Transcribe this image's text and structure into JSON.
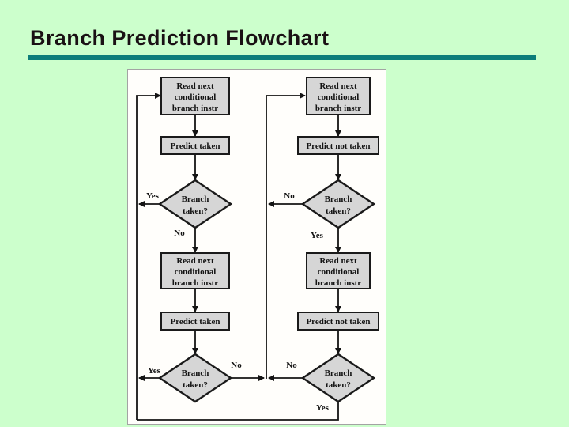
{
  "slide": {
    "title": "Branch Prediction Flowchart",
    "background_color": "#ccffcc",
    "title_color": "#1a1114",
    "accent_bar_color": "#0c7d7a"
  },
  "flowchart": {
    "panel_background": "#fffefb",
    "node_fill": "#d6d6d6",
    "node_border_color": "#1a1a1a",
    "line_color": "#141414",
    "nodes": [
      {
        "id": "left-read-1",
        "type": "process",
        "lines": [
          "Read next",
          "conditional",
          "branch instr"
        ]
      },
      {
        "id": "left-predict-1",
        "type": "process",
        "lines": [
          "Predict taken"
        ]
      },
      {
        "id": "left-decision-1",
        "type": "decision",
        "lines": [
          "Branch",
          "taken?"
        ]
      },
      {
        "id": "left-read-2",
        "type": "process",
        "lines": [
          "Read next",
          "conditional",
          "branch instr"
        ]
      },
      {
        "id": "left-predict-2",
        "type": "process",
        "lines": [
          "Predict taken"
        ]
      },
      {
        "id": "left-decision-2",
        "type": "decision",
        "lines": [
          "Branch",
          "taken?"
        ]
      },
      {
        "id": "right-read-1",
        "type": "process",
        "lines": [
          "Read next",
          "conditional",
          "branch instr"
        ]
      },
      {
        "id": "right-predict-1",
        "type": "process",
        "lines": [
          "Predict not taken"
        ]
      },
      {
        "id": "right-decision-1",
        "type": "decision",
        "lines": [
          "Branch",
          "taken?"
        ]
      },
      {
        "id": "right-read-2",
        "type": "process",
        "lines": [
          "Read next",
          "conditional",
          "branch instr"
        ]
      },
      {
        "id": "right-predict-2",
        "type": "process",
        "lines": [
          "Predict not taken"
        ]
      },
      {
        "id": "right-decision-2",
        "type": "decision",
        "lines": [
          "Branch",
          "taken?"
        ]
      }
    ],
    "edge_labels": [
      {
        "id": "left-decision-1-yes",
        "text": "Yes"
      },
      {
        "id": "left-decision-1-no",
        "text": "No"
      },
      {
        "id": "right-decision-1-no",
        "text": "No"
      },
      {
        "id": "right-decision-1-yes",
        "text": "Yes"
      },
      {
        "id": "left-decision-2-yes",
        "text": "Yes"
      },
      {
        "id": "left-decision-2-no",
        "text": "No"
      },
      {
        "id": "right-decision-2-no",
        "text": "No"
      },
      {
        "id": "right-decision-2-yes",
        "text": "Yes"
      }
    ]
  }
}
